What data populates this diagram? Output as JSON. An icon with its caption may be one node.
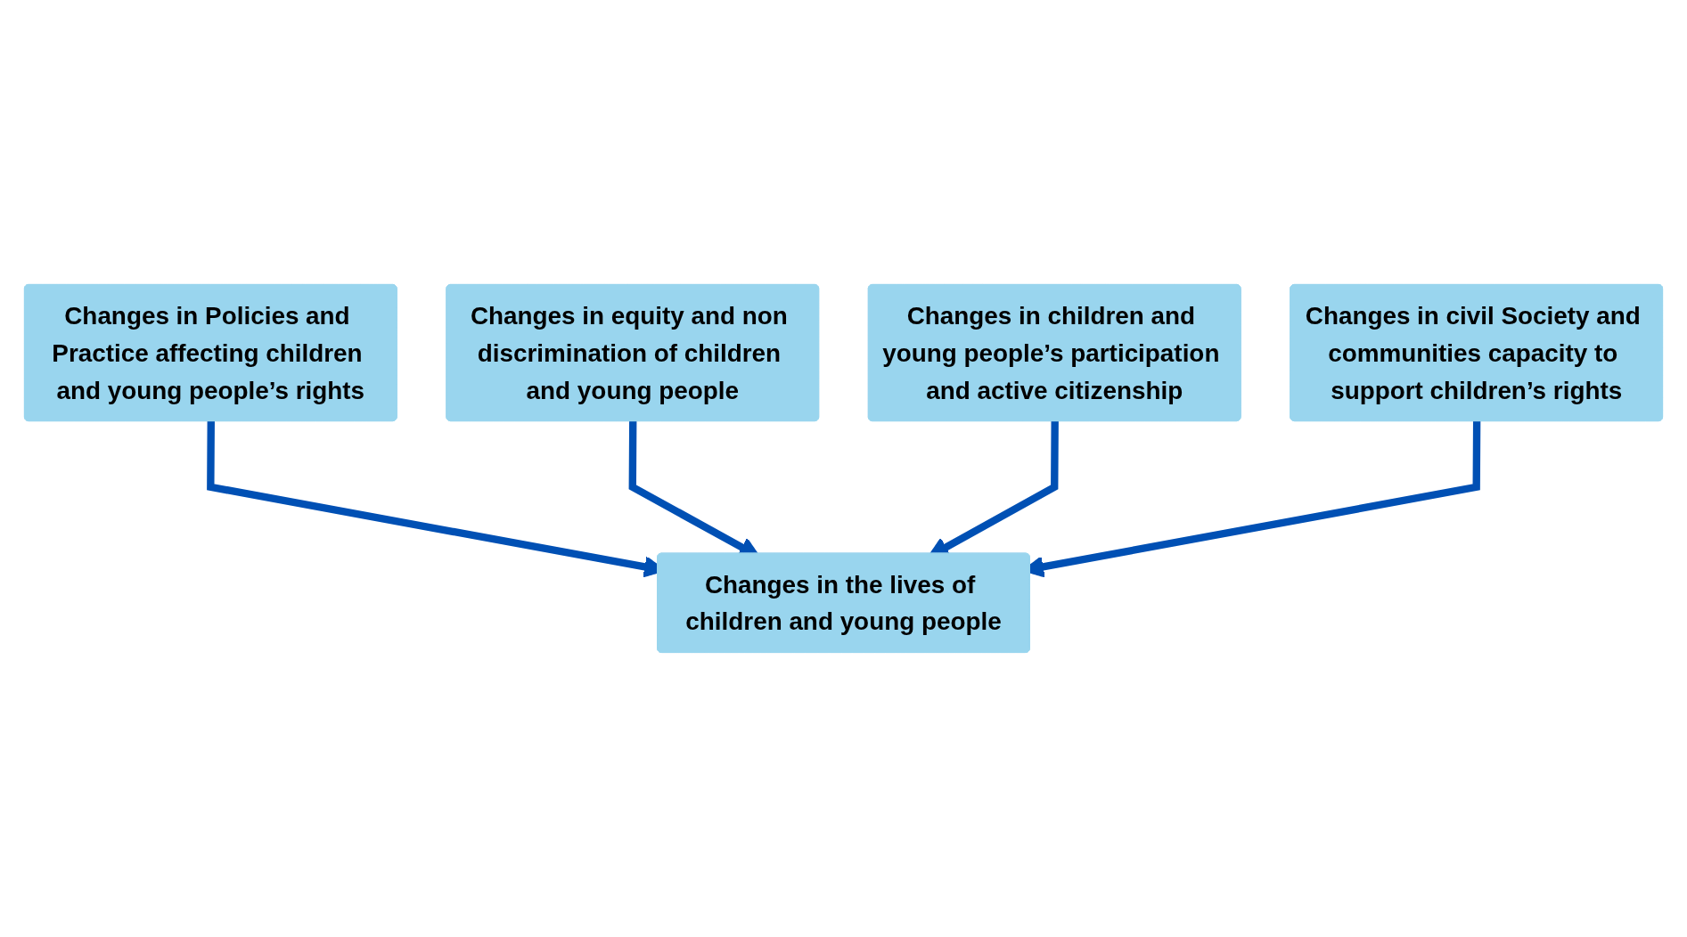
{
  "diagram": {
    "nodes": [
      {
        "text": [
          "Changes in Policies and Practice affecting children and young people’s rights"
        ]
      },
      {
        "text": [
          "Changes in equity and non discrimination of children and young people"
        ]
      },
      {
        "text": [
          "Changes in the lives of children and young people"
        ]
      },
      {
        "text": [
          "Changes in children and young people’s participation and active citizenship"
        ]
      },
      {
        "text": [
          "Changes in civil Society and communities capacity to support children’s rights"
        ]
      }
    ],
    "edges": [
      {
        "from": 0,
        "to": 2,
        "arrow": "to"
      },
      {
        "from": 1,
        "to": 2,
        "arrow": "to"
      },
      {
        "from": 3,
        "to": 2,
        "arrow": "to"
      },
      {
        "from": 4,
        "to": 2,
        "arrow": "to"
      }
    ]
  }
}
